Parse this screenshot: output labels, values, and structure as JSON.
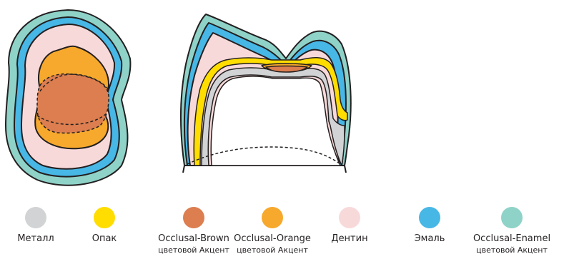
{
  "colors": {
    "metal": "#d1d3d4",
    "opaque": "#ffdd00",
    "occlusal_brown": "#dc7e4f",
    "occlusal_orange": "#f7a92d",
    "dentin": "#f8d9d9",
    "enamel": "#47b7e6",
    "occlusal_enamel": "#8fd2c8",
    "outline": "#231f20"
  },
  "legend": [
    {
      "key": "metal",
      "label": "Металл",
      "sub": ""
    },
    {
      "key": "opaque",
      "label": "Опак",
      "sub": ""
    },
    {
      "key": "occlusal_brown",
      "label": "Occlusal-Brown",
      "sub": "цветовой Акцент"
    },
    {
      "key": "occlusal_orange",
      "label": "Occlusal-Orange",
      "sub": "цветовой Акцент"
    },
    {
      "key": "dentin",
      "label": "Дентин",
      "sub": ""
    },
    {
      "key": "enamel",
      "label": "Эмаль",
      "sub": ""
    },
    {
      "key": "occlusal_enamel",
      "label": "Occlusal-Enamel",
      "sub": "цветовой Акцент"
    }
  ]
}
